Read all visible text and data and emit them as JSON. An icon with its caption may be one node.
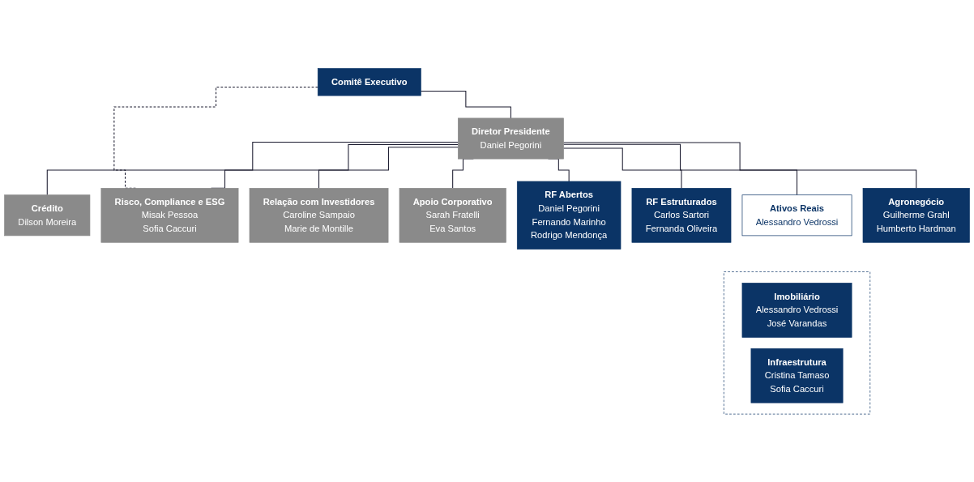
{
  "diagram": {
    "nodes": [
      {
        "text": [
          "Comitê Executivo"
        ]
      },
      {
        "text": [
          "Diretor Presidente",
          "Daniel Pegorini"
        ]
      },
      {
        "text": [
          "Crédito",
          "Dilson Moreira"
        ]
      },
      {
        "text": [
          "Risco, Compliance e ESG",
          "Misak Pessoa",
          "Sofia Caccuri"
        ]
      },
      {
        "text": [
          "Relação com Investidores",
          "Caroline Sampaio",
          "Marie de Montille"
        ]
      },
      {
        "text": [
          "Apoio Corporativo",
          "Sarah Fratelli",
          "Eva Santos"
        ]
      },
      {
        "text": [
          "RF Abertos",
          "Daniel Pegorini",
          "Fernando Marinho",
          "Rodrigo Mendonça"
        ]
      },
      {
        "text": [
          "RF Estruturados",
          "Carlos Sartori",
          "Fernanda Oliveira"
        ]
      },
      {
        "text": [
          "Ativos Reais",
          "Alessandro Vedrossi"
        ]
      },
      {
        "text": [],
        "shape": "box"
      },
      {
        "text": [
          "Imobiliário",
          "Alessandro Vedrossi",
          "José Varandas"
        ],
        "in": 9
      },
      {
        "text": [
          "Infraestrutura",
          "Cristina Tamaso",
          "Sofia Caccuri"
        ],
        "in": 9
      },
      {
        "text": [
          "Agronegócio",
          "Guilherme Grahl",
          "Humberto Hardman"
        ]
      }
    ],
    "edges": [
      {
        "from": 0,
        "to": 1,
        "arrow": "none"
      },
      {
        "from": 0,
        "to": 3,
        "arrow": "none",
        "style": "dashed"
      },
      {
        "from": 1,
        "to": 2,
        "arrow": "none"
      },
      {
        "from": 1,
        "to": 3,
        "arrow": "none"
      },
      {
        "from": 1,
        "to": 4,
        "arrow": "none"
      },
      {
        "from": 1,
        "to": 5,
        "arrow": "none"
      },
      {
        "from": 1,
        "to": 6,
        "arrow": "none"
      },
      {
        "from": 1,
        "to": 7,
        "arrow": "none"
      },
      {
        "from": 1,
        "to": 8,
        "arrow": "none"
      },
      {
        "from": 1,
        "to": 12,
        "arrow": "none"
      }
    ]
  }
}
